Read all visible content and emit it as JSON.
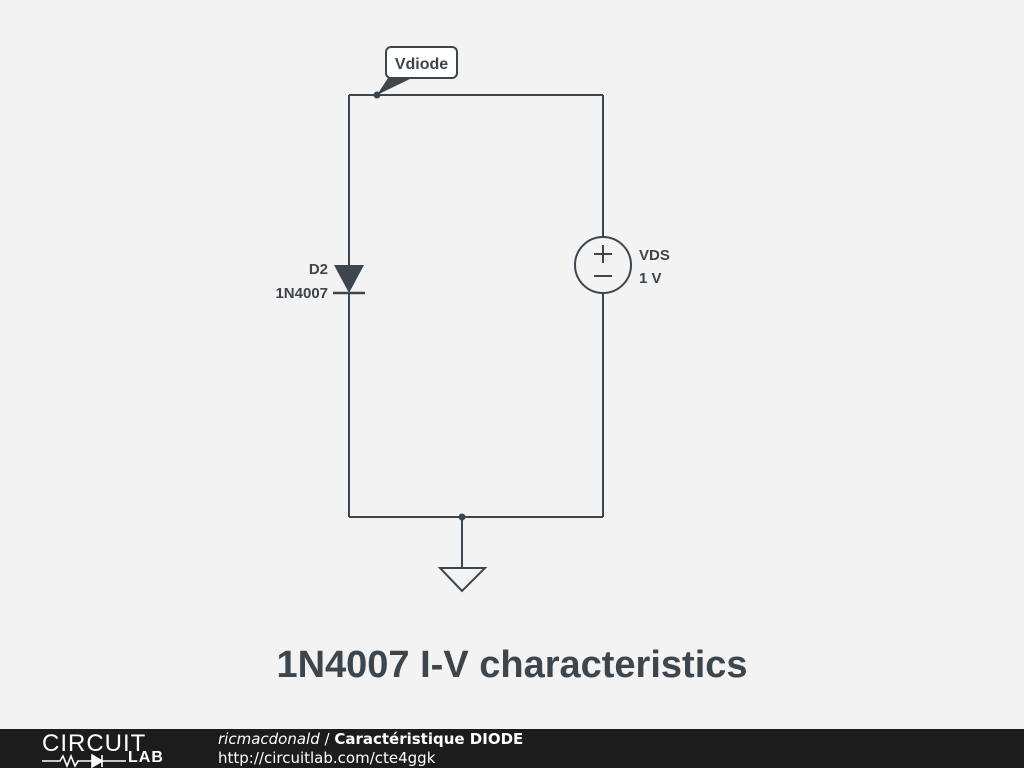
{
  "schematic": {
    "probe_label": "Vdiode",
    "diode": {
      "ref": "D2",
      "part": "1N4007"
    },
    "source": {
      "ref": "VDS",
      "value": "1 V"
    }
  },
  "title": "1N4007 I-V characteristics",
  "footer": {
    "logo_top": "CIRCUIT",
    "logo_bottom": "LAB",
    "user": "ricmacdonald",
    "separator": " / ",
    "project": "Caractéristique DIODE",
    "url": "http://circuitlab.com/cte4ggk"
  }
}
